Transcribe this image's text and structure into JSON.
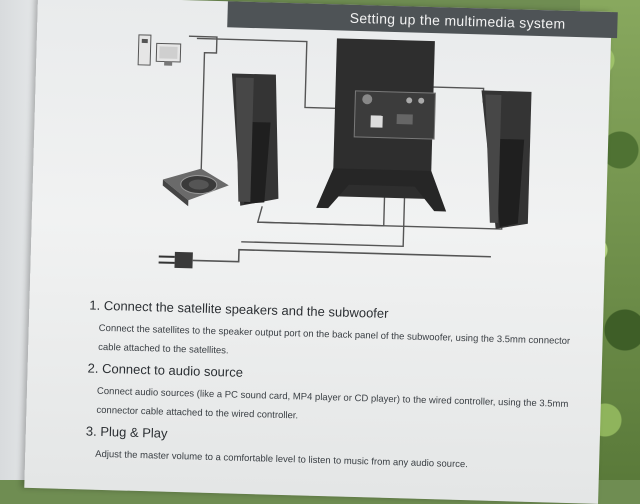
{
  "header": {
    "title": "Setting up the multimedia system"
  },
  "steps": [
    {
      "title": "1. Connect the satellite speakers and the subwoofer",
      "body_line1": "Connect the satellites to the speaker output port on the back panel of the subwoofer, using the 3.5mm connector",
      "body_line2": "cable attached to the satellites."
    },
    {
      "title": "2. Connect to audio source",
      "body_line1": "Connect audio sources (like a PC sound card, MP4 player or CD player) to the wired controller, using the 3.5mm",
      "body_line2": "connector cable attached to the wired controller."
    },
    {
      "title": "3. Plug & Play",
      "body_line1": "Adjust the master volume to a comfortable level to listen to music from any audio source."
    }
  ],
  "colors": {
    "header": "#4e5356",
    "paper": "#eceeef",
    "speaker": "#3a3a3a"
  },
  "icons": [
    "pc-icon",
    "satellite-speaker-icon",
    "subwoofer-icon",
    "wired-controller-icon",
    "power-plug-icon"
  ]
}
